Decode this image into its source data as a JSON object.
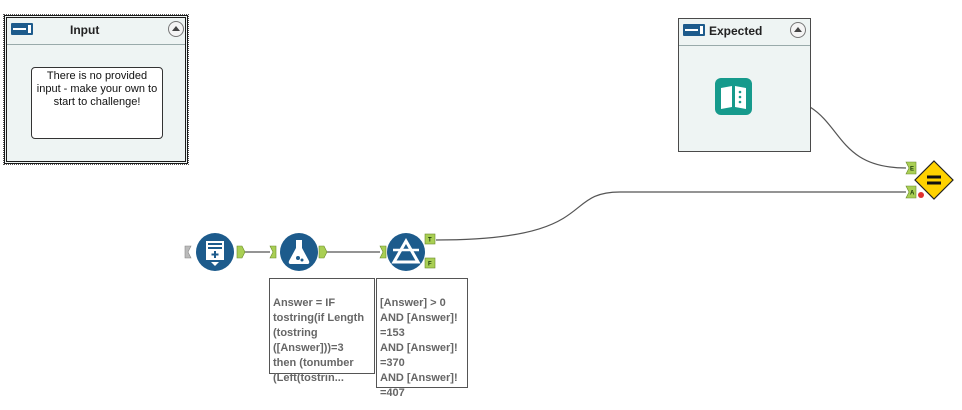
{
  "input_container": {
    "title": "Input",
    "note": "There is no provided input - make your own to start to challenge!"
  },
  "expected_container": {
    "title": "Expected"
  },
  "tools": {
    "formula_annotation": "Answer = IF\ntostring(if Length\n(tostring\n([Answer]))=3\nthen (tonumber\n(Left(tostrin...",
    "filter_annotation": "[Answer] > 0\nAND [Answer]!\n=153\nAND [Answer]!\n=370\nAND [Answer]!\n=407"
  },
  "anchors": {
    "filter_true": "T",
    "filter_false": "F",
    "compare_expected": "E",
    "compare_actual": "A"
  },
  "colors": {
    "tool_blue": "#1d5b8c",
    "book_teal": "#169a8c",
    "anchor_green": "#a9cf54",
    "compare_yellow": "#ffd200"
  }
}
